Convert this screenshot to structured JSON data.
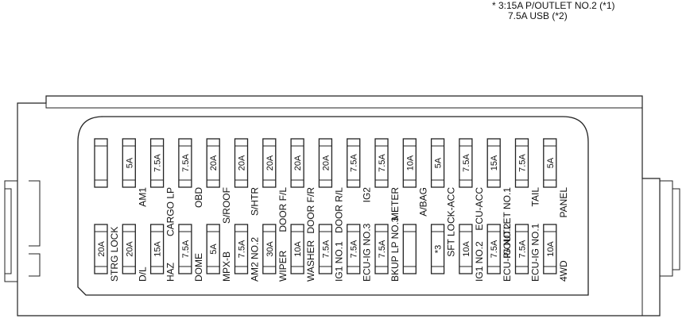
{
  "note": {
    "line1": "* 3:15A P/OUTLET NO.2 (*1)",
    "line2": "7.5A USB (*2)"
  },
  "fuses_top": [
    {
      "amp": "",
      "name": ""
    },
    {
      "amp": "5A",
      "name": "AM1"
    },
    {
      "amp": "7.5A",
      "name": "CARGO LP"
    },
    {
      "amp": "7.5A",
      "name": "OBD"
    },
    {
      "amp": "20A",
      "name": "S/ROOF"
    },
    {
      "amp": "20A",
      "name": "S/HTR"
    },
    {
      "amp": "20A",
      "name": "DOOR F/L"
    },
    {
      "amp": "20A",
      "name": "DOOR F/R"
    },
    {
      "amp": "20A",
      "name": "DOOR R/L"
    },
    {
      "amp": "7.5A",
      "name": "IG2"
    },
    {
      "amp": "7.5A",
      "name": "METER"
    },
    {
      "amp": "10A",
      "name": "A/BAG"
    },
    {
      "amp": "5A",
      "name": "SFT LOCK-ACC"
    },
    {
      "amp": "7.5A",
      "name": "ECU-ACC"
    },
    {
      "amp": "15A",
      "name": "P/OUTLET NO.1"
    },
    {
      "amp": "7.5A",
      "name": "TAIL"
    },
    {
      "amp": "5A",
      "name": "PANEL"
    }
  ],
  "fuses_bottom": [
    {
      "amp": "20A",
      "name": "STRG LOCK"
    },
    {
      "amp": "20A",
      "name": "D/L"
    },
    {
      "amp": "15A",
      "name": "HAZ"
    },
    {
      "amp": "7.5A",
      "name": "DOME"
    },
    {
      "amp": "5A",
      "name": "MPX-B"
    },
    {
      "amp": "7.5A",
      "name": "AM2 NO.2"
    },
    {
      "amp": "30A",
      "name": "WIPER"
    },
    {
      "amp": "10A",
      "name": "WASHER"
    },
    {
      "amp": "7.5A",
      "name": "IG1 NO.1"
    },
    {
      "amp": "7.5A",
      "name": "ECU-IG NO.3"
    },
    {
      "amp": "7.5A",
      "name": "BKUP LP NO.3"
    },
    {
      "amp": "",
      "name": ""
    },
    {
      "amp": "*3",
      "name": ""
    },
    {
      "amp": "10A",
      "name": "IG1 NO.2"
    },
    {
      "amp": "7.5A",
      "name": "ECU-IG NO.2"
    },
    {
      "amp": "7.5A",
      "name": "ECU-IG NO.1"
    },
    {
      "amp": "10A",
      "name": "4WD"
    }
  ]
}
